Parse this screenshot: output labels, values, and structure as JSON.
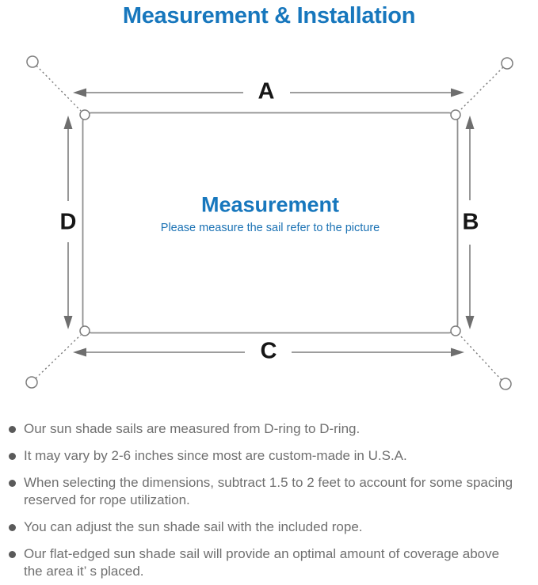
{
  "title": "Measurement & Installation",
  "diagram": {
    "labels": {
      "top": "A",
      "right": "B",
      "bottom": "C",
      "left": "D"
    },
    "center_title": "Measurement",
    "center_subtitle": "Please measure the sail refer to the picture"
  },
  "notes": {
    "items": [
      "Our sun shade sails are measured from D-ring to D-ring.",
      "It may vary by 2-6 inches since most are custom-made in U.S.A.",
      "When selecting the dimensions, subtract 1.5 to 2 feet to account for some spacing reserved for rope utilization.",
      "You can adjust the sun shade sail with the included rope.",
      "Our flat-edged sun shade sail will provide an optimal amount of coverage above the area it’ s placed."
    ]
  },
  "colors": {
    "accent_blue": "#1777bd",
    "diagram_line_gray": "#7d7d7d",
    "arrowhead_gray": "#6e6e6e",
    "label_black": "#161616",
    "note_text_gray": "#6f6f6f"
  }
}
